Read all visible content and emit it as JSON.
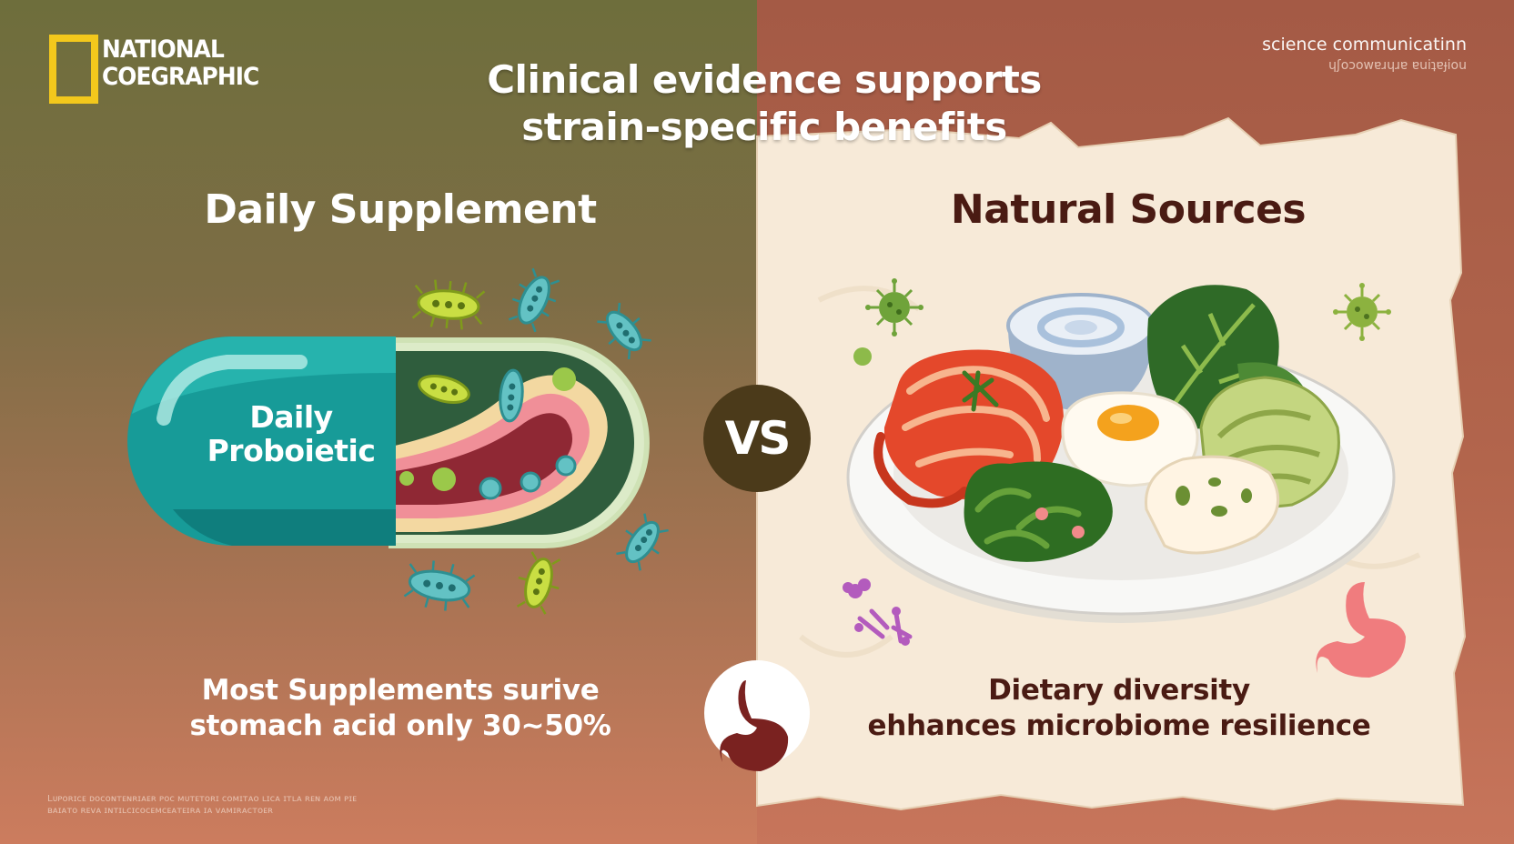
{
  "brand": {
    "logo_line1": "NATIONAL",
    "logo_line2": "COEGRAPHIC",
    "logo_color": "#f3c81c"
  },
  "header": {
    "headline_line1": "Clinical evidence supports",
    "headline_line2": "strain-specific benefits",
    "tag": "science communicatinn",
    "tag_sub": "ɥʃoɔowɐɹɥɹɐ ɐuiʇɐɟiou"
  },
  "left": {
    "title": "Daily Supplement",
    "pill_line1": "Daily",
    "pill_line2": "Proboietic",
    "caption_line1": "Most Supplements surive",
    "caption_line2": "stomach acid only 30~50%",
    "footnote_line1": "Lᴜᴘᴏʀɪᴄᴇ ᴅᴏᴄᴏɴᴛᴇɴʀɪᴀᴇʀ ᴘᴏᴄ ᴍᴜᴛᴇᴛᴏʀɪ ᴄᴏᴍɪᴛᴀᴏ ʟɪᴄᴀ ɪᴛʟᴀ ʀᴇɴ ᴀᴏᴍ ᴘɪᴇ",
    "footnote_line2": "ʙᴀɪᴀᴛᴏ ʀᴇᴠᴀ ɪɴᴛɪʟᴄɪᴄᴏᴄᴇᴍᴄᴇᴀᴛᴇɪʀᴀ ɪᴀ ᴠᴀᴍɪʀᴀᴄᴛᴏᴇʀ"
  },
  "right": {
    "title": "Natural Sources",
    "caption_line1": "Dietary diversity",
    "caption_line2": "ehhances microbiome resilience"
  },
  "vs": {
    "label": "VS"
  },
  "colors": {
    "left_bg_top": "#6e6e3c",
    "right_bg": "#a45a45",
    "parchment": "#f7ead8",
    "pill_teal": "#179b98",
    "dark_text": "#4a1b13"
  }
}
